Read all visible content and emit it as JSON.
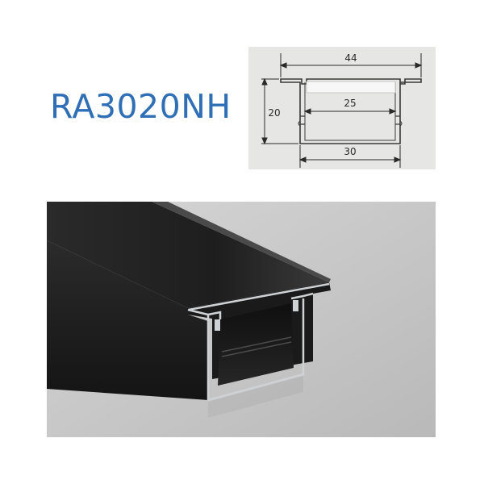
{
  "product": {
    "model": "RA3020NH"
  },
  "drawing": {
    "dimensions": {
      "top_width": "44",
      "inner_width": "25",
      "bottom_width": "30",
      "height": "20"
    },
    "colors": {
      "background": "#e6e6e4",
      "profile_line": "#3a3a3a",
      "diffuser": "#f7f7f7"
    }
  },
  "photo": {
    "colors": {
      "background": "#c9c9c9",
      "profile_black": "#1c1c1c",
      "aluminum_edge": "#cfd2d4"
    }
  },
  "colors": {
    "brand": "#2f6fb5"
  }
}
